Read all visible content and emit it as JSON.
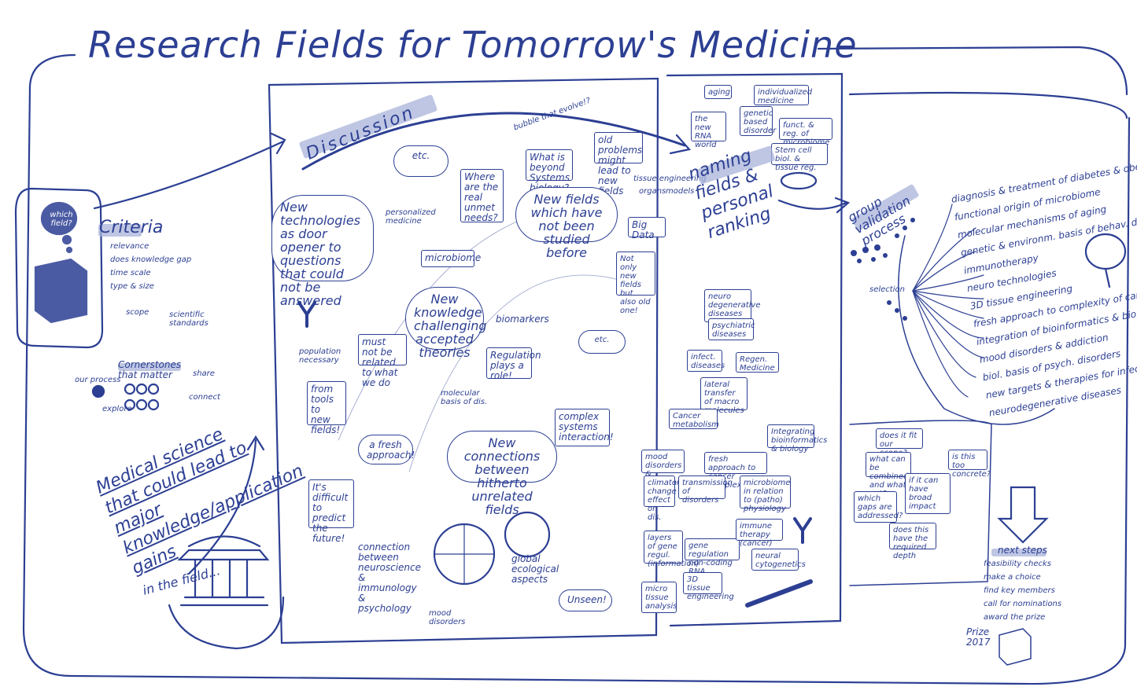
{
  "title": "Research Fields for Tomorrow's Medicine",
  "left": {
    "which_field": "which field?",
    "criteria_heading": "Criteria",
    "criteria": [
      "relevance",
      "does knowledge gap",
      "time scale",
      "type & size"
    ],
    "scope": "scope",
    "scope_note": "scientific standards",
    "cornerstones": "Cornerstones that matter",
    "our_process": "our process",
    "share": "share",
    "explore": "explore",
    "connect": "connect",
    "medical_science": "Medical science that could lead to major knowledge/application gains",
    "in_the_field": "in the field..."
  },
  "middle": {
    "discussion": "Discussion",
    "bubble_top": "bubble that evolve!?",
    "etc1": "etc.",
    "etc2": "etc.",
    "where_unmet": "Where are the real unmet needs?",
    "beyond_systems": "What is beyond Systems biology?",
    "new_tech": "New technologies as door opener to questions that could not be answered",
    "personalized": "personalized medicine",
    "new_fields": "New fields which have not been studied before",
    "microbiome": "microbiome",
    "big_data": "Big Data",
    "not_only": "Not only new fields but also old one!",
    "new_knowledge": "New knowledge challenging accepted theories",
    "biomarkers": "biomarkers",
    "regulation": "Regulation plays a role!",
    "must_not": "must not be related to what we do",
    "population": "population necessary",
    "from_tools": "from tools to new fields!",
    "molecular": "molecular basis of dis.",
    "a_fresh": "a fresh approach!",
    "new_connections": "New connections between hitherto unrelated fields",
    "complex": "complex systems interaction!",
    "difficult": "It's difficult to predict the future!",
    "connection": "connection between neuroscience & immunology & psychology",
    "global": "global ecological aspects",
    "unseen": "Unseen!",
    "mood": "mood disorders"
  },
  "top_boxes": {
    "aging": "aging",
    "individualized": "individualized medicine",
    "rna": "the new RNA world",
    "genetic": "genetic based disorder",
    "microbiome_fn": "funct. & reg. of microbiome",
    "stem_cell": "Stem cell biol. & tissue reg.",
    "old_problems": "old problems might lead to new fields",
    "tissue": "tissue engineering",
    "organs": "organs",
    "models": "models"
  },
  "naming": "naming fields & personal ranking",
  "right_col": {
    "neuro": "neuro degenerative diseases",
    "psychiatric": "psychiatric diseases",
    "infect": "infect. diseases",
    "regen": "Regen. Medicine",
    "lateral": "lateral transfer of macro molecules",
    "cancer": "Cancer metabolism",
    "integrating": "Integrating bioinformatics & biology",
    "mood": "mood disorders & addiction",
    "fresh": "fresh approach to cancer complexity",
    "climate": "climate change effect on dis.",
    "transmission": "transmission of disorders",
    "microbiome2": "microbiome in relation to (patho) physiology",
    "layers": "layers of gene regul. (information)",
    "gene_reg": "gene regulation non-coding RNA",
    "immune": "immune therapy (cancer)",
    "neural": "neural cytogenetics",
    "tissue3d": "3D tissue engineering",
    "micro": "micro tissue analysis"
  },
  "group_val": "group validation process",
  "selection": "selection",
  "ranked": [
    "diagnosis & treatment of diabetes & obesity",
    "functional origin of microbiome",
    "molecular mechanisms of aging",
    "genetic & environm. basis of behav. disorders",
    "immunotherapy",
    "neuro technologies",
    "3D tissue engineering",
    "fresh approach to complexity of cancer",
    "integration of bioinformatics & biology",
    "mood disorders & addiction",
    "biol. basis of psych. disorders",
    "new targets & therapies for infect. diseases",
    "neurodegenerative diseases"
  ],
  "questions": {
    "q1": "does it fit our scope?",
    "q2": "what can be combined and what not?",
    "q3": "is this too concrete?",
    "q4": "which gaps are addressed?",
    "q5": "if it can have broad impact",
    "q6": "does this have the required depth"
  },
  "next_steps_title": "next steps",
  "next_steps": [
    "feasibility checks",
    "make a choice",
    "find key members",
    "call for nominations",
    "award the prize"
  ],
  "signature": "Prize 2017",
  "colors": {
    "ink": "#2c3f93",
    "highlight": "#a8b3d9",
    "paper": "#ffffff"
  }
}
